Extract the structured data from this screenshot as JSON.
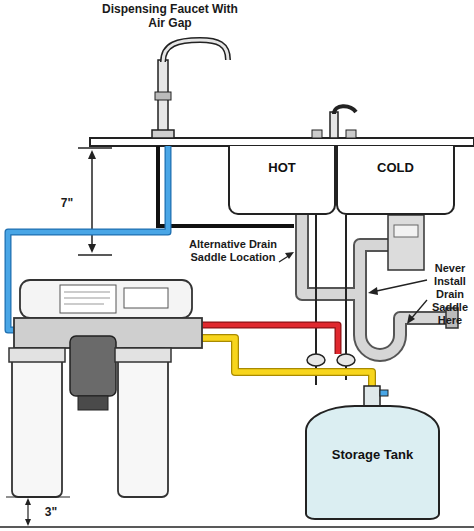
{
  "diagram": {
    "nodes": [
      {
        "text": [
          "HOT"
        ]
      },
      {
        "text": [
          "COLD"
        ]
      },
      {
        "text": [
          "Storage Tank"
        ]
      }
    ],
    "labels": [
      "Dispensing Faucet With Air Gap",
      "7\"",
      "Never Install Drain Saddle Here",
      "Alternative Drain Saddle Location",
      "3\""
    ]
  }
}
